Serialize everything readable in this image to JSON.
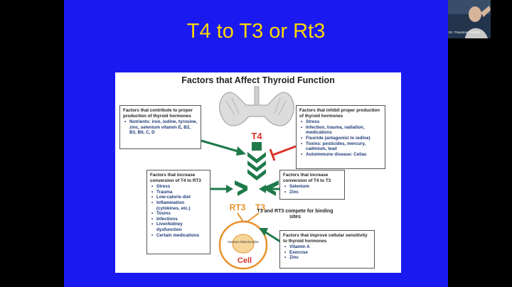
{
  "slide": {
    "title": "T4 to T3 or Rt3"
  },
  "figure": {
    "title": "Factors that Affect Thyroid Function",
    "t4_label": "T4",
    "rt3_label": "RT3",
    "t3_label": "T3",
    "compete_text": "T3 and RT3 compete for binding sites",
    "nucleus_label": "Nucleus Mitochondria",
    "cell_label": "Cell",
    "box_contribute": {
      "heading": "Factors that contribute to proper production of thyroid hormones",
      "items": [
        "Nutrients: iron, iodine, tyrosine, zinc, selenium vitamin E, B2, B3, B6, C, D"
      ]
    },
    "box_inhibit": {
      "heading": "Factors that inhibit proper production of thyroid hormones",
      "items": [
        "Stress",
        "Infection, trauma, radiation, medications",
        "Fluoride (antagonist to iodine)",
        "Toxins: pesticides, mercury, cadmium, lead",
        "Autoimmune disease: Celiac"
      ]
    },
    "box_increase_rt3": {
      "heading": "Factors that increase conversion of T4 to RT3",
      "items": [
        "Stress",
        "Trauma",
        "Low-calorie diet",
        "Inflammation (cytokines, etc.)",
        "Toxins",
        "Infections",
        "Liver/kidney dysfunction",
        "Certain medications"
      ]
    },
    "box_increase_t3": {
      "heading": "Factors that increase conversion of T4 to T3",
      "items": [
        "Selenium",
        "Zinc"
      ]
    },
    "box_sensitivity": {
      "heading": "Factors that improve cellular sensitivity to thyroid hormones",
      "items": [
        "Vitamin A",
        "Exercise",
        "Zinc"
      ]
    }
  },
  "webcam": {
    "name": "Dr. Theodore Friedm..."
  },
  "colors": {
    "slide_bg": "#1a1af0",
    "title": "#ffd700",
    "arrow_green": "#1e7a4a",
    "inhibit_red": "#d9342b",
    "cell_orange": "#e8922a"
  }
}
